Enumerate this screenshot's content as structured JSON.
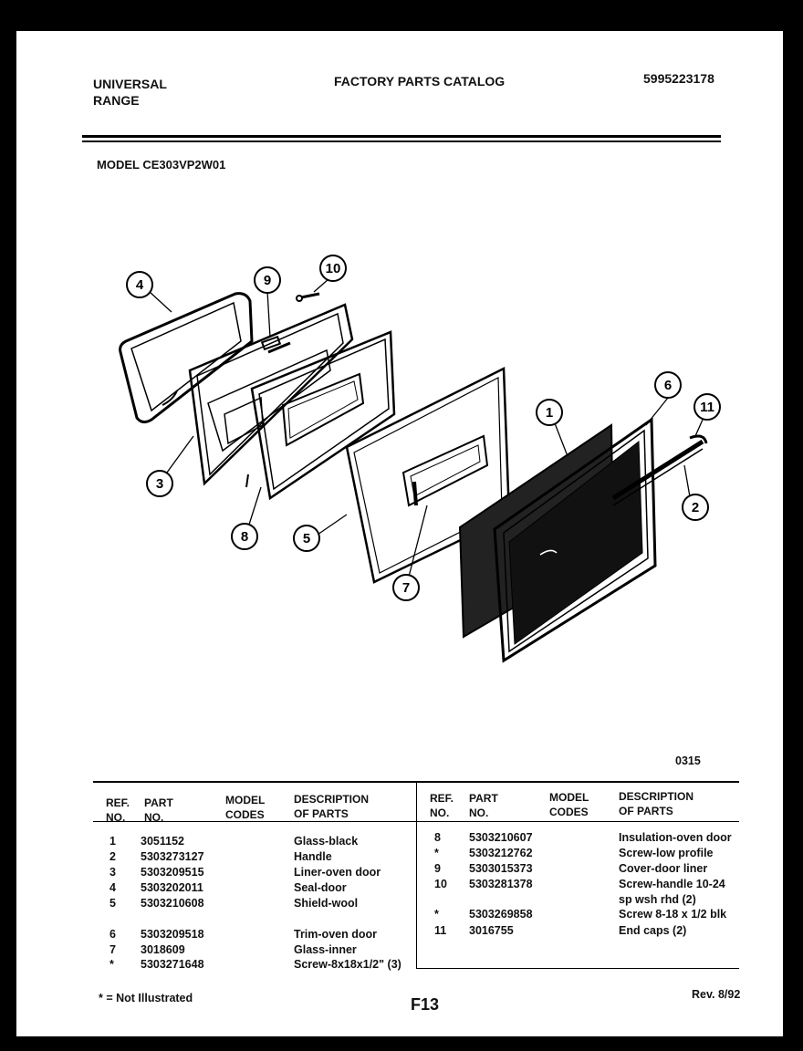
{
  "header": {
    "brand_line1": "UNIVERSAL",
    "brand_line2": "RANGE",
    "title": "FACTORY PARTS CATALOG",
    "catalog_no": "5995223178",
    "model": "MODEL CE303VP2W01"
  },
  "diagram": {
    "code": "0315",
    "callouts": [
      "1",
      "2",
      "3",
      "4",
      "5",
      "6",
      "7",
      "8",
      "9",
      "10",
      "11"
    ]
  },
  "table": {
    "col_ref": "REF.\nNO.",
    "col_part": "PART\nNO.",
    "col_model": "MODEL\nCODES",
    "col_desc": "DESCRIPTION\nOF PARTS",
    "left_rows": [
      {
        "ref": "1",
        "part": "3051152",
        "desc": "Glass-black"
      },
      {
        "ref": "2",
        "part": "5303273127",
        "desc": "Handle"
      },
      {
        "ref": "3",
        "part": "5303209515",
        "desc": "Liner-oven door"
      },
      {
        "ref": "4",
        "part": "5303202011",
        "desc": "Seal-door"
      },
      {
        "ref": "5",
        "part": "5303210608",
        "desc": "Shield-wool"
      },
      {
        "ref": "6",
        "part": "5303209518",
        "desc": "Trim-oven door"
      },
      {
        "ref": "7",
        "part": "3018609",
        "desc": "Glass-inner"
      },
      {
        "ref": "*",
        "part": "5303271648",
        "desc": "Screw-8x18x1/2\" (3)"
      }
    ],
    "right_rows": [
      {
        "ref": "8",
        "part": "5303210607",
        "desc": "Insulation-oven door"
      },
      {
        "ref": "*",
        "part": "5303212762",
        "desc": "Screw-low profile"
      },
      {
        "ref": "9",
        "part": "5303015373",
        "desc": "Cover-door liner"
      },
      {
        "ref": "10",
        "part": "5303281378",
        "desc": "Screw-handle 10-24"
      },
      {
        "ref": "",
        "part": "",
        "desc": "sp wsh rhd (2)"
      },
      {
        "ref": "*",
        "part": "5303269858",
        "desc": "Screw 8-18 x 1/2 blk"
      },
      {
        "ref": "11",
        "part": "3016755",
        "desc": "End caps (2)"
      }
    ]
  },
  "footer": {
    "note": "* = Not Illustrated",
    "page": "F13",
    "rev": "Rev. 8/92"
  }
}
